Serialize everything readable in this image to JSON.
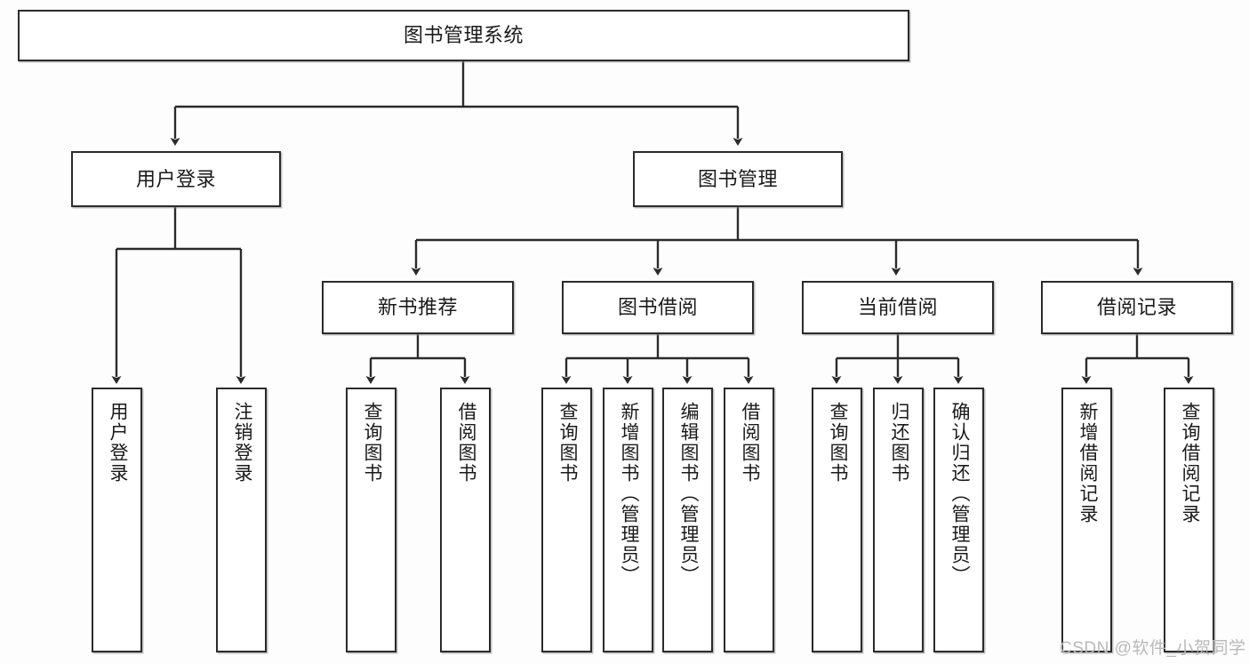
{
  "diagram": {
    "title_text": "图书管理系统",
    "stroke_color": "#2b2b2b",
    "fill_color": "#ffffff",
    "text_color": "#1a1a1a",
    "watermark": "CSDN @软件_小贺同学"
  },
  "nodes": {
    "root": {
      "label": "图书管理系统"
    },
    "level2": [
      {
        "id": "user-login",
        "label": "用户登录"
      },
      {
        "id": "book-management",
        "label": "图书管理"
      }
    ],
    "level3": [
      {
        "id": "new-book-recommend",
        "label": "新书推荐"
      },
      {
        "id": "book-borrow",
        "label": "图书借阅"
      },
      {
        "id": "current-borrow",
        "label": "当前借阅"
      },
      {
        "id": "borrow-record",
        "label": "借阅记录"
      }
    ],
    "leaves": {
      "user_login": [
        {
          "id": "leaf-user-login",
          "label": "用户登录"
        },
        {
          "id": "leaf-logout-login",
          "label": "注销登录"
        }
      ],
      "new_book_recommend": [
        {
          "id": "leaf-query-book-1",
          "label": "查询图书"
        },
        {
          "id": "leaf-borrow-book-1",
          "label": "借阅图书"
        }
      ],
      "book_borrow": [
        {
          "id": "leaf-query-book-2",
          "label": "查询图书"
        },
        {
          "id": "leaf-add-book",
          "label": "新增图书（管理员）"
        },
        {
          "id": "leaf-edit-book",
          "label": "编辑图书（管理员）"
        },
        {
          "id": "leaf-borrow-book-2",
          "label": "借阅图书"
        }
      ],
      "current_borrow": [
        {
          "id": "leaf-query-book-3",
          "label": "查询图书"
        },
        {
          "id": "leaf-return-book",
          "label": "归还图书"
        },
        {
          "id": "leaf-confirm-return",
          "label": "确认归还（管理员）"
        }
      ],
      "borrow_record": [
        {
          "id": "leaf-add-record",
          "label": "新增借阅记录"
        },
        {
          "id": "leaf-query-record",
          "label": "查询借阅记录"
        }
      ]
    }
  }
}
